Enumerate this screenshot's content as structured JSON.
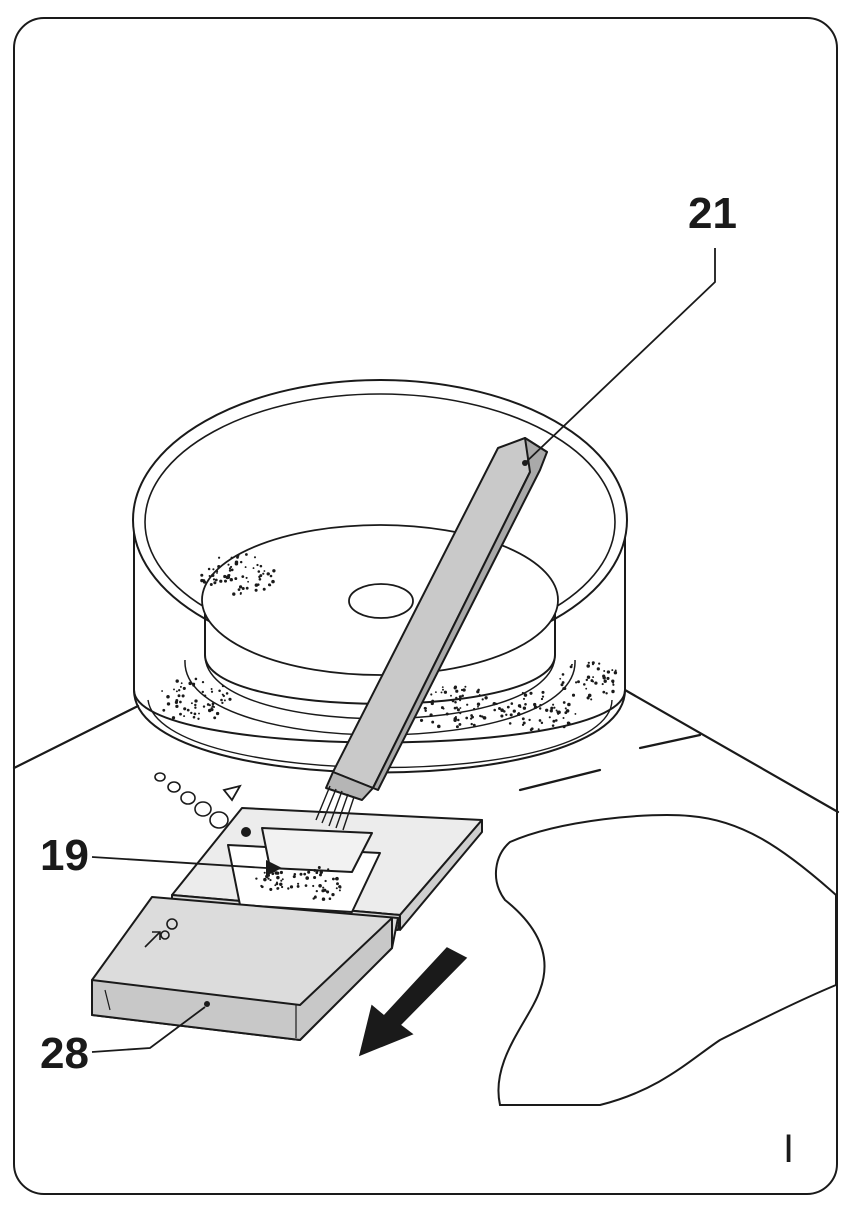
{
  "figure": {
    "letter": "I",
    "callouts": {
      "brush": "21",
      "outlet": "19",
      "drawer": "28"
    }
  },
  "colors": {
    "line": "#1a1a1a",
    "brush_fill": "#c9c9c9",
    "drawer_fill": "#dcdcdc",
    "plate_fill": "#e6e6e6",
    "paper": "#ffffff"
  },
  "icons": [
    "motion-arrow-icon",
    "indicator-dots-icon",
    "triangle-marker-icon"
  ]
}
